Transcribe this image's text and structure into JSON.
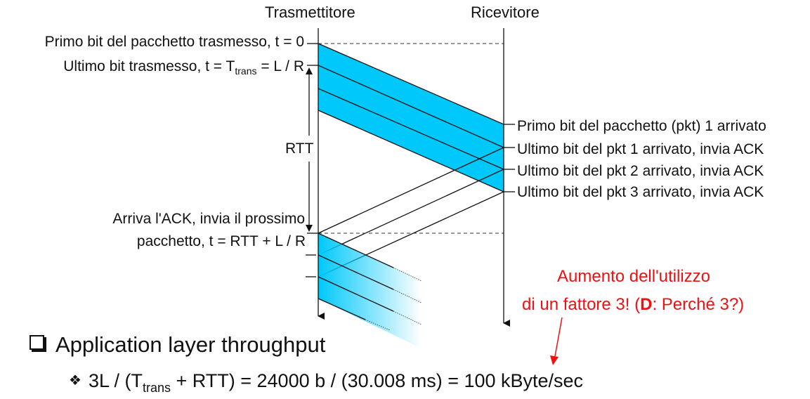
{
  "headers": {
    "sender": "Trasmettitore",
    "receiver": "Ricevitore"
  },
  "left_labels": {
    "first_bit": "Primo bit del pacchetto trasmesso, t = 0",
    "last_bit_prefix": "Ultimo bit trasmesso, t = T",
    "last_bit_sub": "trans",
    "last_bit_suffix": " = L / R",
    "rtt": "RTT",
    "ack_line1": "Arriva l'ACK, invia il prossimo",
    "ack_line2": "pacchetto, t = RTT + L / R"
  },
  "right_labels": [
    "Primo bit del pacchetto (pkt) 1  arrivato",
    "Ultimo bit del pkt 1 arrivato, invia ACK",
    "Ultimo bit del pkt 2 arrivato, invia ACK",
    "Ultimo bit del pkt 3 arrivato, invia ACK"
  ],
  "annotation": {
    "line1": "Aumento dell'utilizzo",
    "line2_prefix": "di un fattore 3! (",
    "line2_bold": "D",
    "line2_suffix": ": Perché 3?)",
    "color": "#ee1111"
  },
  "bullets": {
    "main": "Application layer throughput",
    "formula_prefix": "3L / (T",
    "formula_sub": "trans",
    "formula_suffix": " + RTT) = 24000 b / (30.008 ms) = 100 kByte/sec"
  },
  "colors": {
    "packet_fill": "#00c8fa",
    "line": "#111111"
  }
}
